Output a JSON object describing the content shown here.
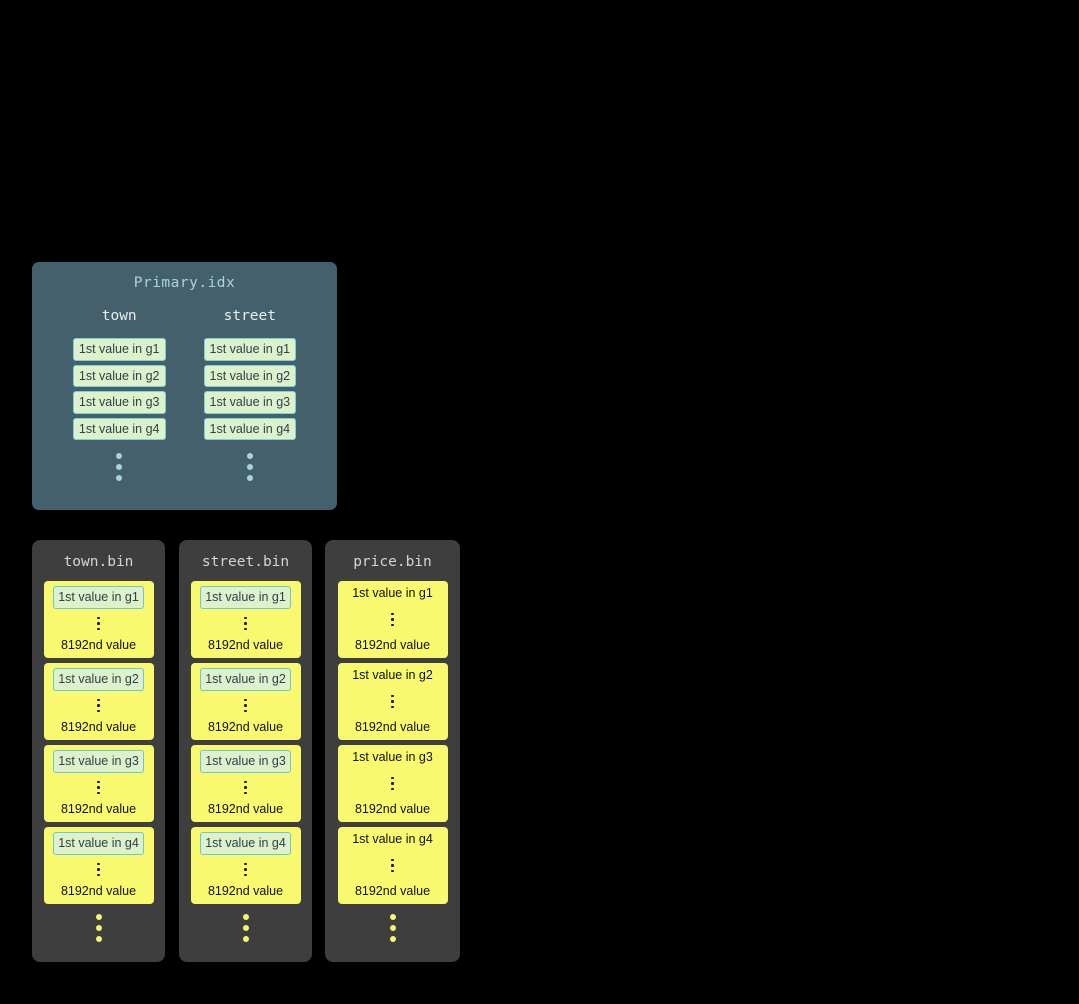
{
  "colors": {
    "background": "#000000",
    "primary_panel_bg": "#44606d",
    "primary_title_text": "#a9d3e2",
    "column_header_text": "#e9edec",
    "value_box_bg": "#ddf2cb",
    "value_box_border": "#7fd0d4",
    "value_box_text": "#2e414c",
    "primary_dots": "#a9d3e2",
    "bin_panel_bg": "#3e3e3e",
    "bin_title_text": "#d4d4d4",
    "granule_bg": "#f8f96e",
    "granule_text": "#111111",
    "granule_highlight_border": "#6cc6d8",
    "bin_dots": "#f5f76e"
  },
  "primary_index": {
    "title": "Primary.idx",
    "columns": [
      {
        "name": "town",
        "values": [
          "1st value in g1",
          "1st value in g2",
          "1st value in g3",
          "1st value in g4"
        ]
      },
      {
        "name": "street",
        "values": [
          "1st value in g1",
          "1st value in g2",
          "1st value in g3",
          "1st value in g4"
        ]
      }
    ]
  },
  "bin_files": [
    {
      "title": "town.bin",
      "first_value_highlighted": true,
      "granules": [
        {
          "first": "1st value in g1",
          "last": "8192nd value"
        },
        {
          "first": "1st value in g2",
          "last": "8192nd value"
        },
        {
          "first": "1st value in g3",
          "last": "8192nd value"
        },
        {
          "first": "1st value in g4",
          "last": "8192nd value"
        }
      ]
    },
    {
      "title": "street.bin",
      "first_value_highlighted": true,
      "granules": [
        {
          "first": "1st value in g1",
          "last": "8192nd value"
        },
        {
          "first": "1st value in g2",
          "last": "8192nd value"
        },
        {
          "first": "1st value in g3",
          "last": "8192nd value"
        },
        {
          "first": "1st value in g4",
          "last": "8192nd value"
        }
      ]
    },
    {
      "title": "price.bin",
      "first_value_highlighted": false,
      "granules": [
        {
          "first": "1st value in g1",
          "last": "8192nd value"
        },
        {
          "first": "1st value in g2",
          "last": "8192nd value"
        },
        {
          "first": "1st value in g3",
          "last": "8192nd value"
        },
        {
          "first": "1st value in g4",
          "last": "8192nd value"
        }
      ]
    }
  ]
}
